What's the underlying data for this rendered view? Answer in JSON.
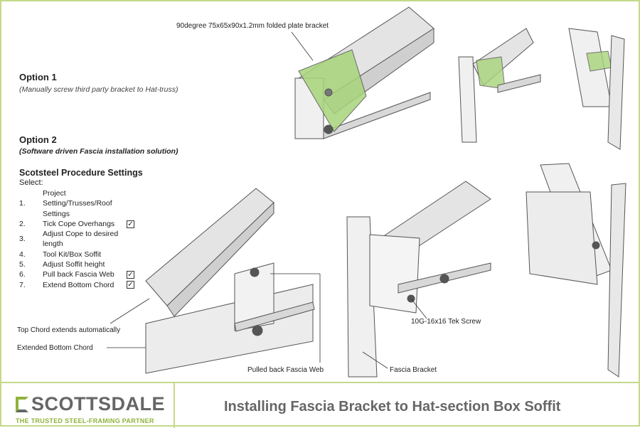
{
  "option1": {
    "title": "Option 1",
    "desc": "(Manually screw third party bracket to Hat-truss)"
  },
  "option2": {
    "title": "Option 2",
    "desc": "(Software driven Fascia installation solution)"
  },
  "procedure": {
    "title": "Scotsteel Procedure Settings",
    "select": "Select:",
    "steps": [
      {
        "num": "1.",
        "label": "Project Setting/Trusses/Roof Settings",
        "checked": false
      },
      {
        "num": "2.",
        "label": "Tick Cope Overhangs",
        "checked": true
      },
      {
        "num": "3.",
        "label": "Adjust Cope to desired length",
        "checked": false
      },
      {
        "num": "4.",
        "label": "Tool Kit/Box Soffit",
        "checked": false
      },
      {
        "num": "5.",
        "label": "Adjust Soffit height",
        "checked": false
      },
      {
        "num": "6.",
        "label": "Pull back Fascia Web",
        "checked": true
      },
      {
        "num": "7.",
        "label": "Extend Bottom Chord",
        "checked": true
      }
    ]
  },
  "labels": {
    "bracket": "90degree 75x65x90x1.2mm folded plate bracket",
    "top_chord": "Top Chord extends automatically",
    "bottom_chord": "Extended Bottom Chord",
    "fascia_web": "Pulled back Fascia Web",
    "tek_screw": "10G-16x16 Tek Screw",
    "fascia_bracket": "Fascia Bracket"
  },
  "footer": {
    "brand": "SCOTTSDALE",
    "tagline": "THE TRUSTED STEEL-FRAMING PARTNER",
    "title": "Installing Fascia Bracket to Hat-section Box Soffit"
  },
  "colors": {
    "border": "#c5d98a",
    "brand_green": "#8fb33a",
    "bracket_green": "#a8d47a"
  }
}
